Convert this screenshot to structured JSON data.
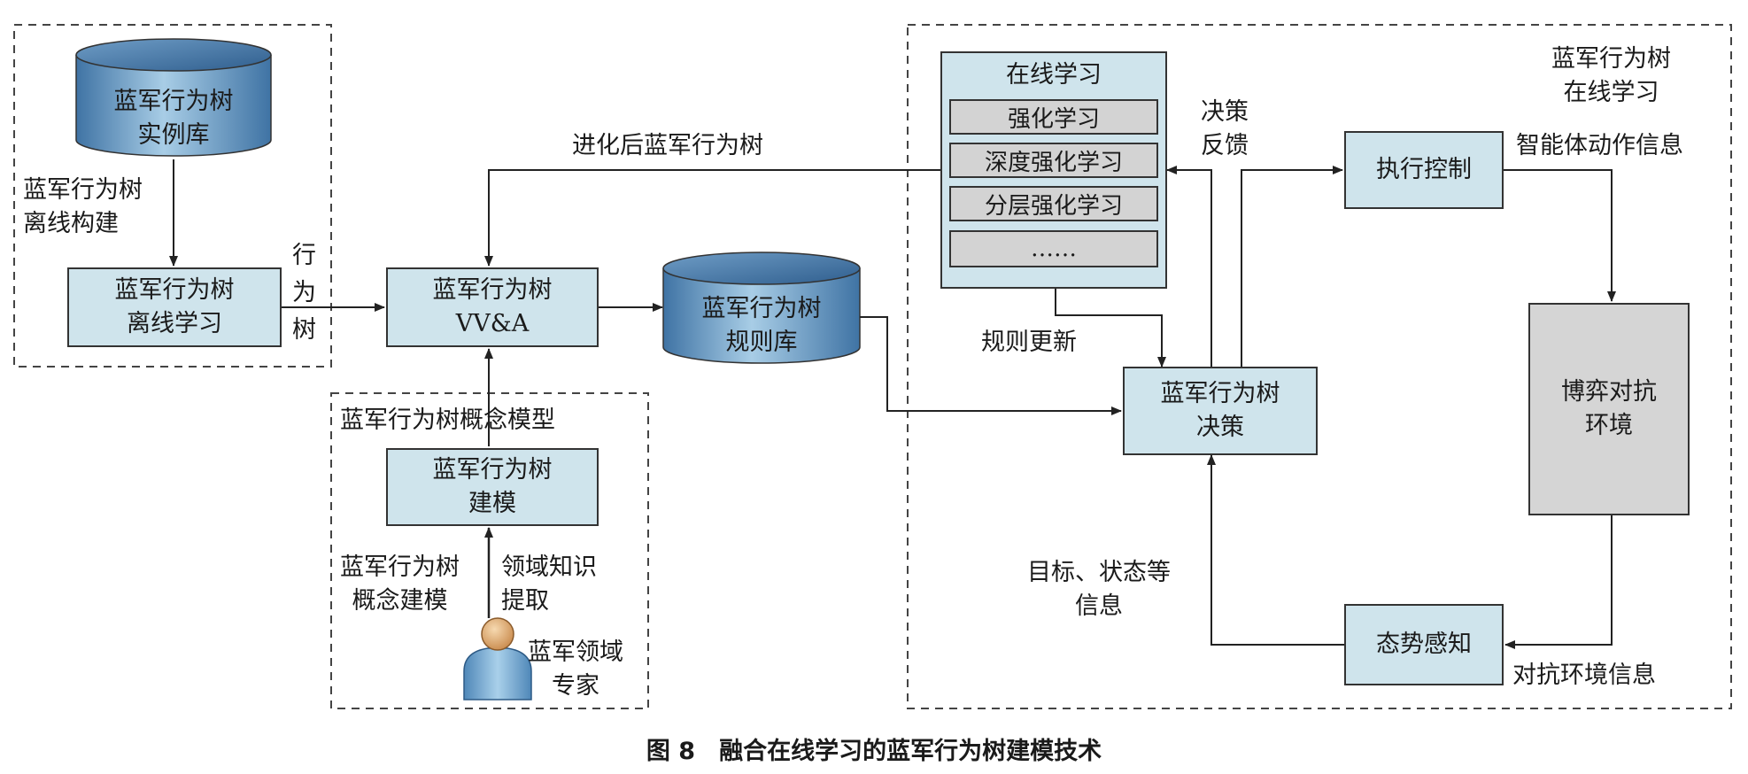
{
  "caption": "图 8　融合在线学习的蓝军行为树建模技术",
  "regions": {
    "online_learning": [
      "蓝军行为树",
      "在线学习"
    ],
    "concept_model": "蓝军行为树概念模型"
  },
  "nodes": {
    "instance_db": [
      "蓝军行为树",
      "实例库"
    ],
    "offline_learning": [
      "蓝军行为树",
      "离线学习"
    ],
    "vva": [
      "蓝军行为树",
      "VV&A"
    ],
    "rule_db": [
      "蓝军行为树",
      "规则库"
    ],
    "modeling": [
      "蓝军行为树",
      "建模"
    ],
    "online_panel": {
      "title": "在线学习",
      "items": [
        "强化学习",
        "深度强化学习",
        "分层强化学习",
        "……"
      ]
    },
    "execution_control": "执行控制",
    "decision": [
      "蓝军行为树",
      "决策"
    ],
    "game_environment": [
      "博弈对抗",
      "环境"
    ],
    "situation_awareness": "态势感知",
    "expert": [
      "蓝军领域",
      "专家"
    ]
  },
  "edge_labels": {
    "offline_build": [
      "蓝军行为树",
      "离线构建"
    ],
    "behavior_tree_vertical": [
      "行",
      "为",
      "树"
    ],
    "evolved": "进化后蓝军行为树",
    "decision_feedback": [
      "决策",
      "反馈"
    ],
    "agent_action": "智能体动作信息",
    "rule_update": "规则更新",
    "goal_state": [
      "目标、状态等",
      "信息"
    ],
    "env_info": "对抗环境信息",
    "concept_modeling": [
      "蓝军行为树",
      "概念建模"
    ],
    "knowledge_extraction": [
      "领域知识",
      "提取"
    ]
  }
}
